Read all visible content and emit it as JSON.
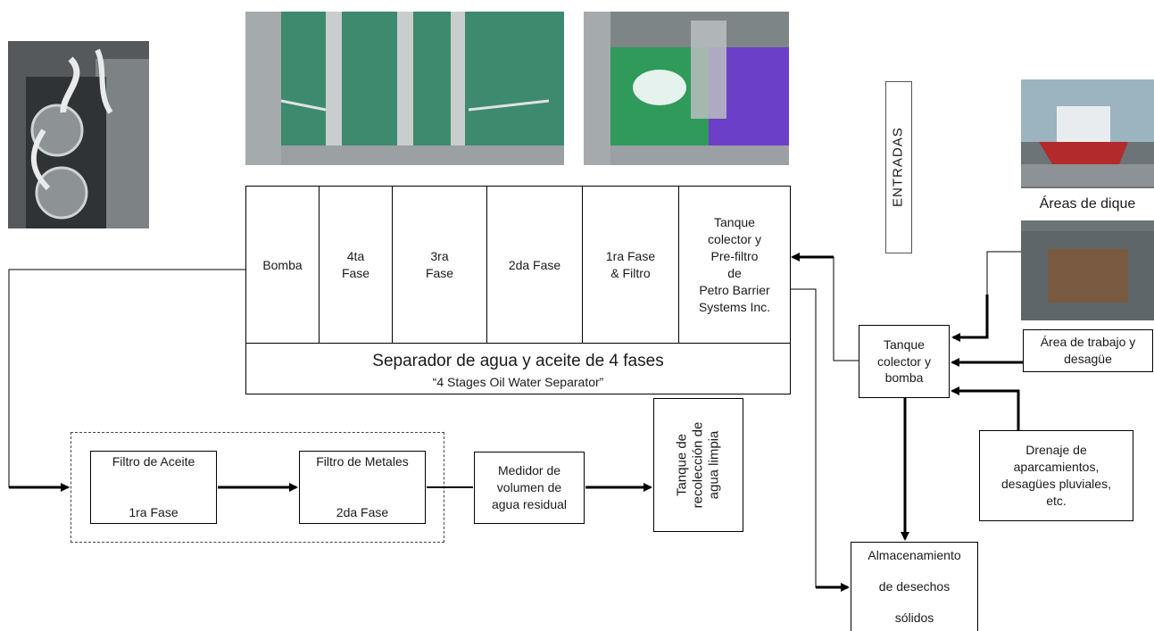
{
  "separator": {
    "stages": [
      "Bomba",
      "4ta\nFase",
      "3ra\nFase",
      "2da  Fase",
      "1ra Fase\n& Filtro",
      "Tanque\ncolector y\nPre-filtro\nde\nPetro Barrier\nSystems Inc."
    ],
    "title": "Separador de agua y aceite de 4 fases",
    "subtitle": "“4 Stages Oil Water Separator”"
  },
  "entradas": "ENTRADAS",
  "inputs": {
    "dique": "Áreas de dique",
    "trabajo": "Área de trabajo y\ndesagüe",
    "drenaje": "Drenaje de\naparcamientos,\ndesagües pluviales,\netc."
  },
  "tanque_bomba": "Tanque\ncolector y\nbomba",
  "almacenamiento": "Almacenamiento\n\nde desechos\n\nsólidos",
  "filters": {
    "aceite": "Filtro de Aceite\n\n\n1ra Fase",
    "metales": "Filtro de Metales\n\n\n2da Fase"
  },
  "medidor": "Medidor de\nvolumen de\nagua residual",
  "tanque_limpia": "Tanque de\nrecolección de\nagua limpia",
  "colors": {
    "water_green": "#3d8a6e",
    "purple_media": "#6b3fc8",
    "steel": "#9aa0a3"
  }
}
